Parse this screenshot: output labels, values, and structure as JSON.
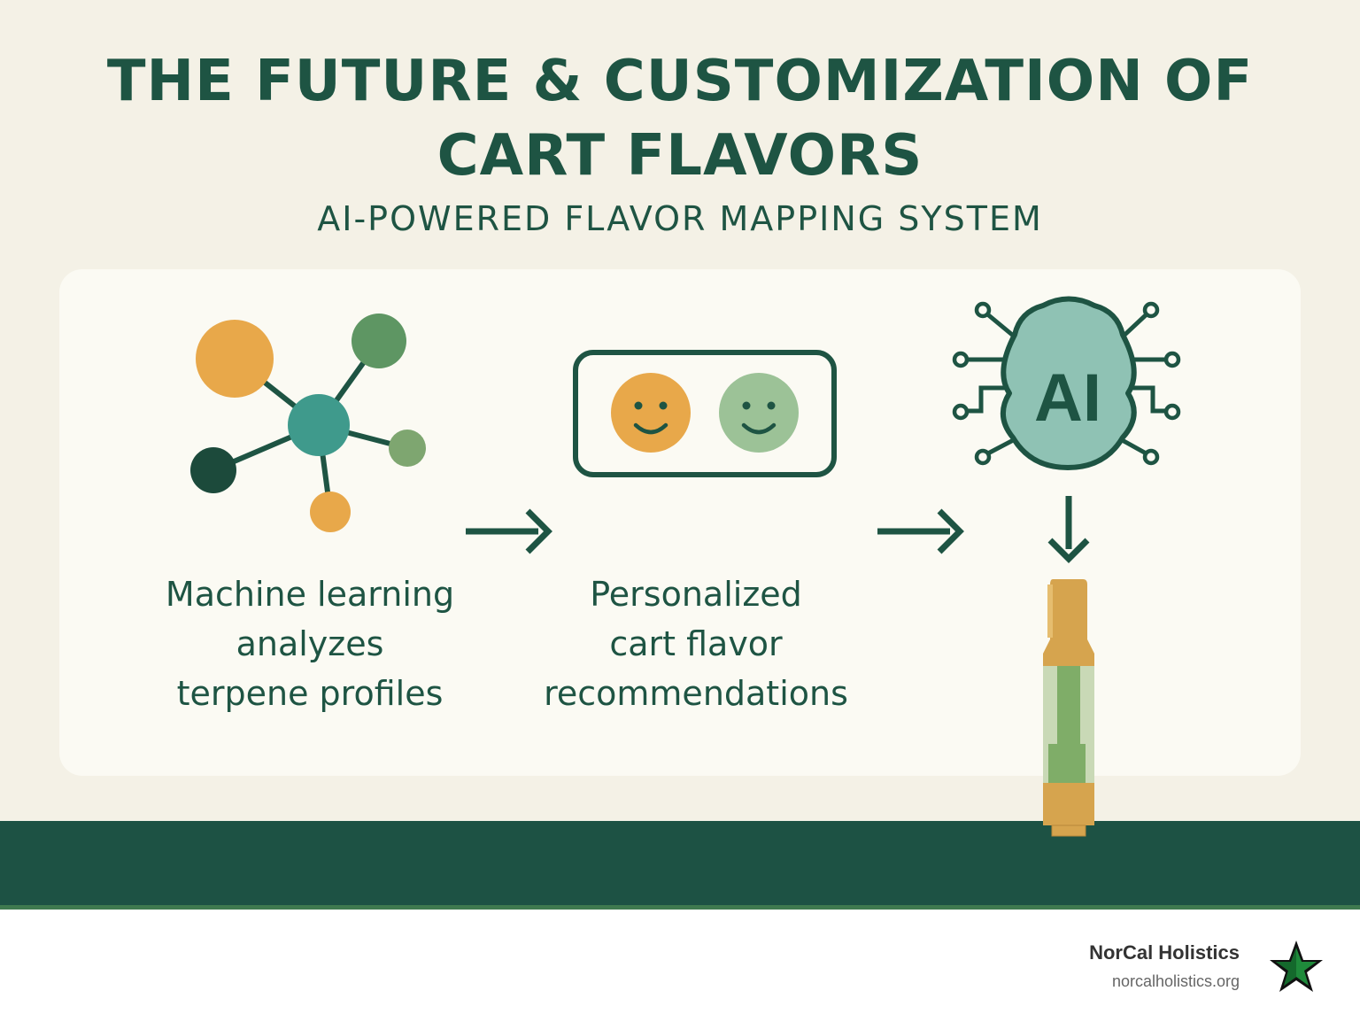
{
  "header": {
    "title_line1": "THE FUTURE & CUSTOMIZATION OF",
    "title_line2": "CART FLAVORS",
    "subtitle": "AI-POWERED FLAVOR MAPPING SYSTEM"
  },
  "steps": [
    {
      "text": "Machine learning\nanalyzes\nterpene profiles",
      "icon": "molecule-network-icon"
    },
    {
      "text": "Personalized\ncart flavor\nrecommendations",
      "icon": "smiley-faces-icon"
    },
    {
      "text": "",
      "icon": "ai-chip-icon"
    }
  ],
  "ai_chip": {
    "label": "AI"
  },
  "brand": {
    "name": "NorCal Holistics",
    "url": "norcalholistics.org",
    "logo_icon": "star-icon"
  },
  "colors": {
    "background": "#f4f1e6",
    "panel": "#fbfaf3",
    "dark_green": "#1e5443",
    "teal": "#3f9a8c",
    "orange": "#e8a84a",
    "green": "#5e9663",
    "light_green": "#9cc297",
    "sage": "#7ea670",
    "chip_fill": "#8fc2b4",
    "ground": "#1d5244"
  }
}
